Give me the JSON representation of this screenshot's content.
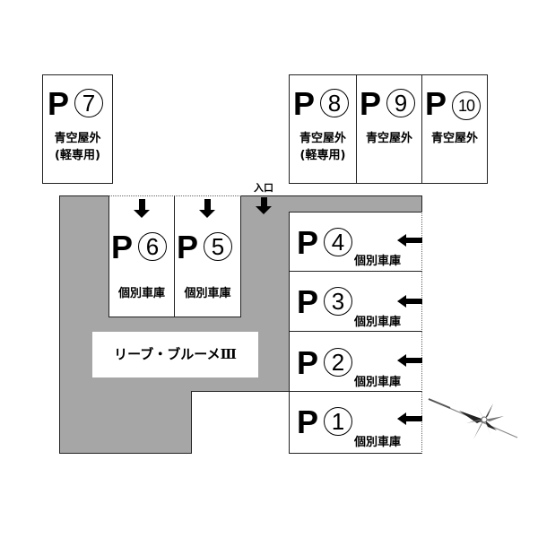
{
  "map": {
    "entrance_label": "入口",
    "building_name": "リーブ・ブルーメⅢ",
    "colors": {
      "road": "#a6a6a6",
      "lines": "#222222",
      "background": "#ffffff"
    },
    "top_spaces": [
      {
        "id": "P7",
        "prefix": "P",
        "number": "⑦",
        "num_text": "7",
        "line1": "青空屋外",
        "line2": "(軽専用)"
      },
      {
        "id": "P8",
        "prefix": "P",
        "number": "⑧",
        "num_text": "8",
        "line1": "青空屋外",
        "line2": "(軽専用)"
      },
      {
        "id": "P9",
        "prefix": "P",
        "number": "⑨",
        "num_text": "9",
        "line1": "青空屋外",
        "line2": ""
      },
      {
        "id": "P10",
        "prefix": "P",
        "number": "⑩",
        "num_text": "10",
        "line1": "青空屋外",
        "line2": ""
      }
    ],
    "garage_top": [
      {
        "id": "P6",
        "prefix": "P",
        "num_text": "6",
        "label": "個別車庫"
      },
      {
        "id": "P5",
        "prefix": "P",
        "num_text": "5",
        "label": "個別車庫"
      }
    ],
    "garage_right": [
      {
        "id": "P4",
        "prefix": "P",
        "num_text": "4",
        "label": "個別車庫"
      },
      {
        "id": "P3",
        "prefix": "P",
        "num_text": "3",
        "label": "個別車庫"
      },
      {
        "id": "P2",
        "prefix": "P",
        "num_text": "2",
        "label": "個別車庫"
      },
      {
        "id": "P1",
        "prefix": "P",
        "num_text": "1",
        "label": "個別車庫"
      }
    ],
    "compass": {
      "icon": "compass-rose-icon"
    }
  }
}
